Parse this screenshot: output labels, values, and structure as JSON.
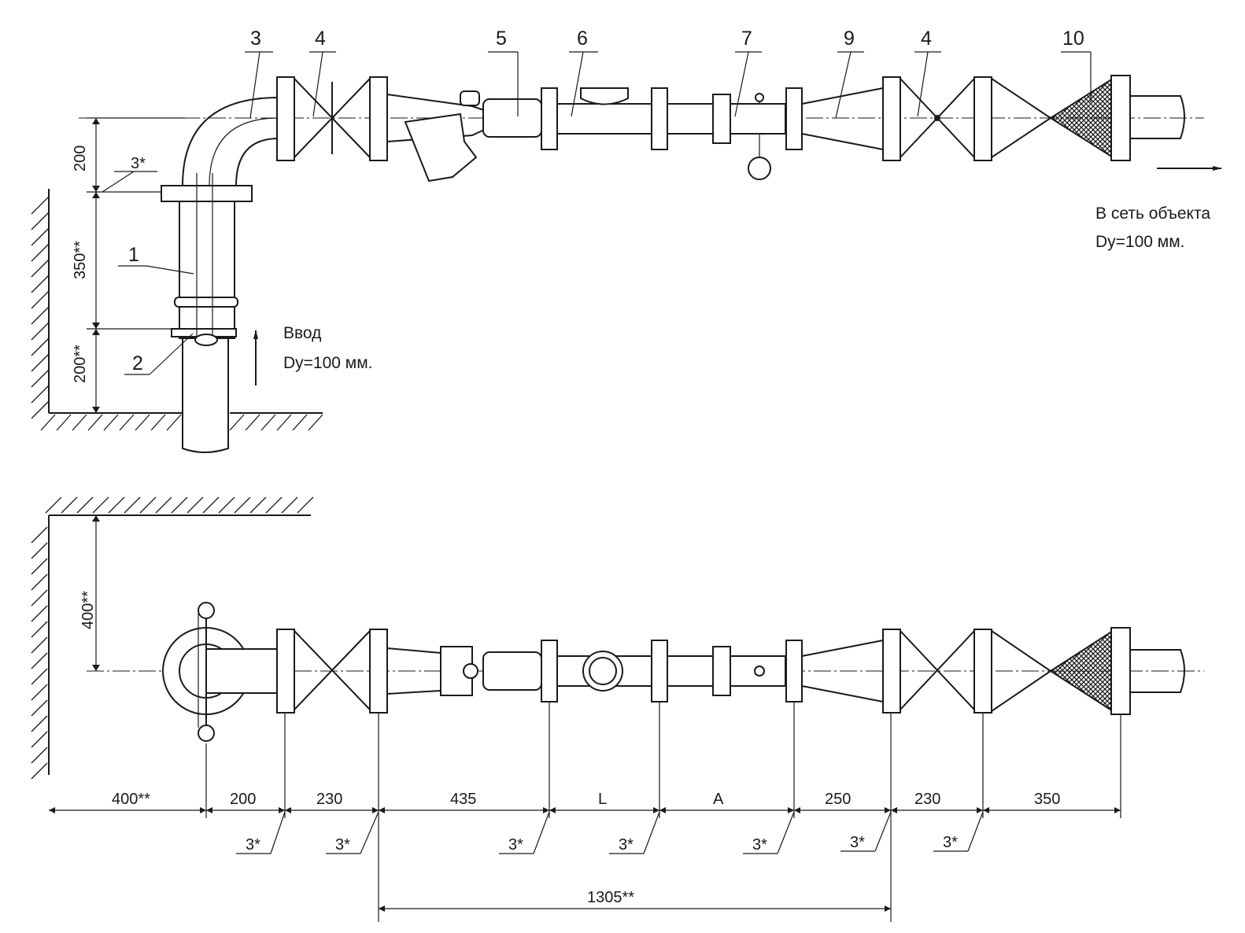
{
  "labels": {
    "pos1": "1",
    "pos2": "2",
    "pos3": "3",
    "pos4a": "4",
    "pos4b": "4",
    "pos5": "5",
    "pos6": "6",
    "pos7": "7",
    "pos9": "9",
    "pos10": "10"
  },
  "notes": {
    "inlet_title": "Ввод",
    "inlet_size": "Dy=100 мм.",
    "outlet_title": "В сеть объекта",
    "outlet_size": "Dy=100 мм."
  },
  "dims_side": {
    "d200": "200",
    "d350": "350**",
    "d200b": "200**",
    "weld_top": "3*"
  },
  "dims_plan": {
    "d400v": "400**",
    "d400": "400**",
    "d200": "200",
    "d230a": "230",
    "d435": "435",
    "dL": "L",
    "dA": "A",
    "d250": "250",
    "d230b": "230",
    "d350": "350",
    "total": "1305**"
  },
  "welds": [
    "3*",
    "3*",
    "3*",
    "3*",
    "3*",
    "3*",
    "3*"
  ]
}
